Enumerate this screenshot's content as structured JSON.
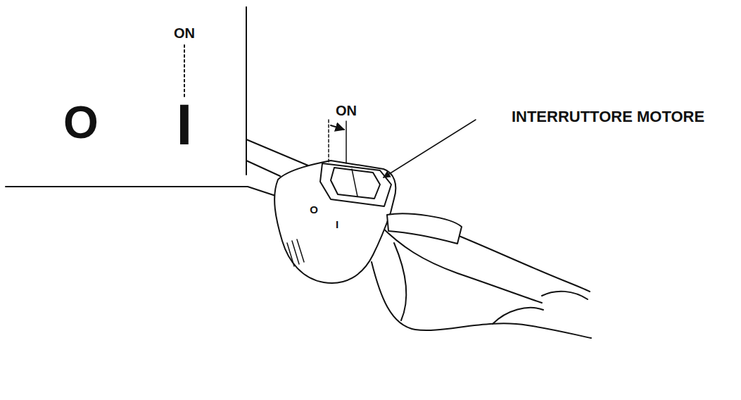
{
  "diagram": {
    "labels": [
      "ON",
      "O",
      "I",
      "ON",
      "INTERRUTTORE MOTORE",
      "O",
      "I"
    ]
  }
}
